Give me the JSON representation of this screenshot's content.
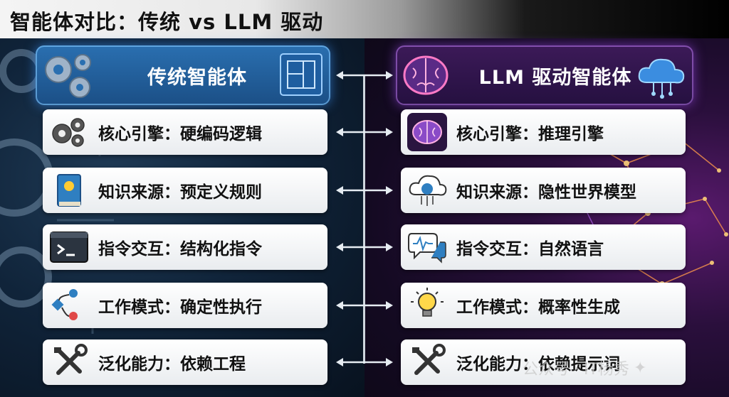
{
  "title": "智能体对比：传统 vs LLM 驱动",
  "left_header": "传统智能体",
  "right_header": "LLM 驱动智能体",
  "left_rows": [
    {
      "text": "核心引擎：硬编码逻辑",
      "icon": "gears-icon"
    },
    {
      "text": "知识来源：预定义规则",
      "icon": "book-icon"
    },
    {
      "text": "指令交互：结构化指令",
      "icon": "terminal-icon"
    },
    {
      "text": "工作模式：确定性执行",
      "icon": "flowchart-icon"
    },
    {
      "text": "泛化能力：依赖工程",
      "icon": "tools-icon"
    }
  ],
  "right_rows": [
    {
      "text": "核心引擎：推理引擎",
      "icon": "brain-icon"
    },
    {
      "text": "知识来源：隐性世界模型",
      "icon": "cloud-globe-icon"
    },
    {
      "text": "指令交互：自然语言",
      "icon": "chat-bubbles-icon"
    },
    {
      "text": "工作模式：概率性生成",
      "icon": "lightbulb-icon"
    },
    {
      "text": "泛化能力：依赖提示词",
      "icon": "tools-icon"
    }
  ],
  "watermark": {
    "prefix": "公众号 ·",
    "name": "IT杨秀",
    "mark": "✦"
  },
  "colors": {
    "left_accent": "#2a6fb0",
    "right_accent": "#3c1a58"
  }
}
